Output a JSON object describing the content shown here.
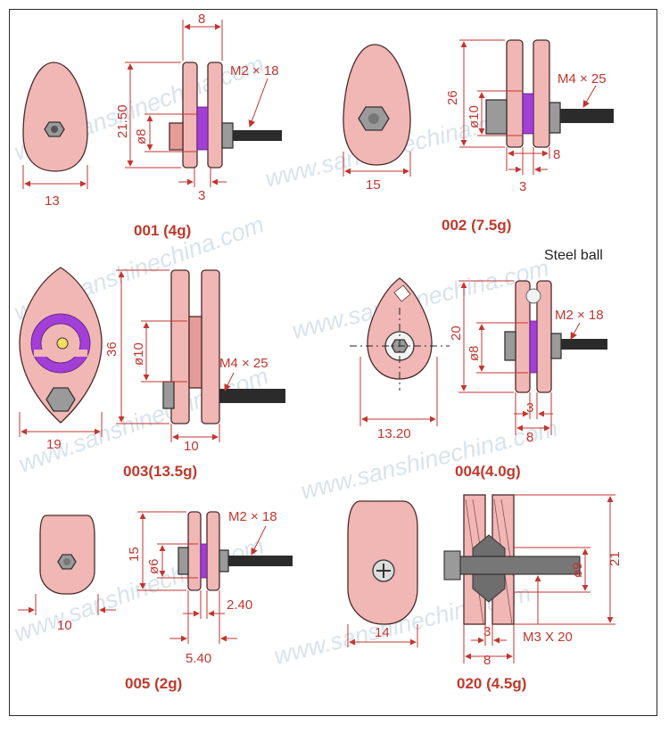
{
  "diagram": {
    "watermark": "www.sanshinechina.com",
    "parts": [
      {
        "caption": "001 (4g)",
        "dims": [
          "8",
          "21.50",
          "ø8",
          "3",
          "13"
        ],
        "screw": "M2 × 18"
      },
      {
        "caption": "002 (7.5g)",
        "dims": [
          "26",
          "ø10",
          "3",
          "8",
          "15"
        ],
        "screw": "M4 × 25"
      },
      {
        "caption": "003(13.5g)",
        "dims": [
          "36",
          "ø10",
          "10",
          "19"
        ],
        "screw": "M4 × 25"
      },
      {
        "caption": "004(4.0g)",
        "dims": [
          "20",
          "ø8",
          "3",
          "8",
          "13.20"
        ],
        "screw": "M2 × 18",
        "note": "Steel ball"
      },
      {
        "caption": "005 (2g)",
        "dims": [
          "15",
          "ø6",
          "2.40",
          "5.40",
          "10"
        ],
        "screw": "M2 × 18"
      },
      {
        "caption": "020 (4.5g)",
        "dims": [
          "21",
          "ø9",
          "3",
          "8",
          "14"
        ],
        "screw": "M3 X 20"
      }
    ]
  }
}
